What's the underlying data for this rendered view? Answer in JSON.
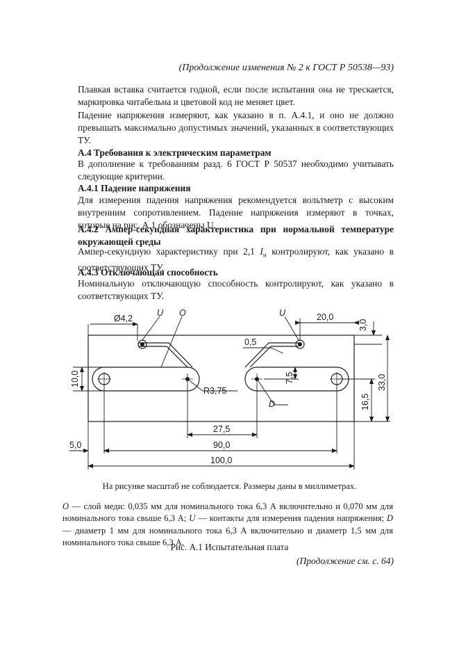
{
  "header": "(Продолжение изменения № 2 к ГОСТ  Р 50538—93)",
  "p1": "Плавкая вставка считается годной, если после испытания она не трескается, маркировка читабельна и цветовой код не меняет цвет.",
  "p2": "Падение напряжения измеряют, как указано в п. А.4.1, и оно не должно превышать максимально допустимых значений, указанных в соответствующих ТУ.",
  "h_a4": "А.4 Требования к электрическим параметрам",
  "p3": "В дополнение к требованиям разд. 6 ГОСТ Р 50537 необходимо учитывать следующие критерии.",
  "h_a41": "А.4.1 Падение напряжения",
  "p4": "Для измерения падения напряжения рекомендуется вольтметр с высоким внутренним сопротивлением. Падение напряжения измеряют в точках, которые на рис. А.1 обозначены U.",
  "h_a42": "А.4.2 Ампер-секундная характеристика при нормальной температуре окружающей среды",
  "p5_a": "Ампер-секундную характеристику при 2,1 ",
  "p5_i": "I",
  "p5_sub": "н",
  "p5_b": " контролируют, как указано в соответствующих ТУ.",
  "h_a43": "А.4.3 Отключающая способность",
  "p6": "Номинальную отключающую способность контролируют, как указано в соответствующих ТУ.",
  "drawing": {
    "labels": {
      "d42": "Ø4,2",
      "u_left": "U",
      "o_label": "O",
      "u_right": "U",
      "d20": "20,0",
      "d3": "3,0",
      "d05": "0,5",
      "d10": "10,0",
      "r375": "R3,75",
      "d75": "7,5",
      "d33": "33,0",
      "d165": "16,5",
      "d_label": "D",
      "d275": "27,5",
      "d5": "5,0",
      "d90": "90,0",
      "d100": "100,0"
    }
  },
  "note": "На рисунке масштаб не соблюдается. Размеры даны в миллиметрах.",
  "legend": {
    "o_sym": "О",
    "o_text": " — слой меди: 0,035 мм для номинального тока 6,3 А включительно и 0,070 мм для номинального тока свыше 6,3 А; ",
    "u_sym": "U",
    "u_text": " — контакты для измерения падения напряжения; ",
    "d_sym": "D",
    "d_text": " — диаметр 1 мм для номинального тока 6,3 А включительно и диаметр 1,5 мм для номинального тока свыше 6,3 А."
  },
  "caption": "Рис. А.1 Испытательная плата",
  "continuation": "(Продолжение см. с. 64)"
}
